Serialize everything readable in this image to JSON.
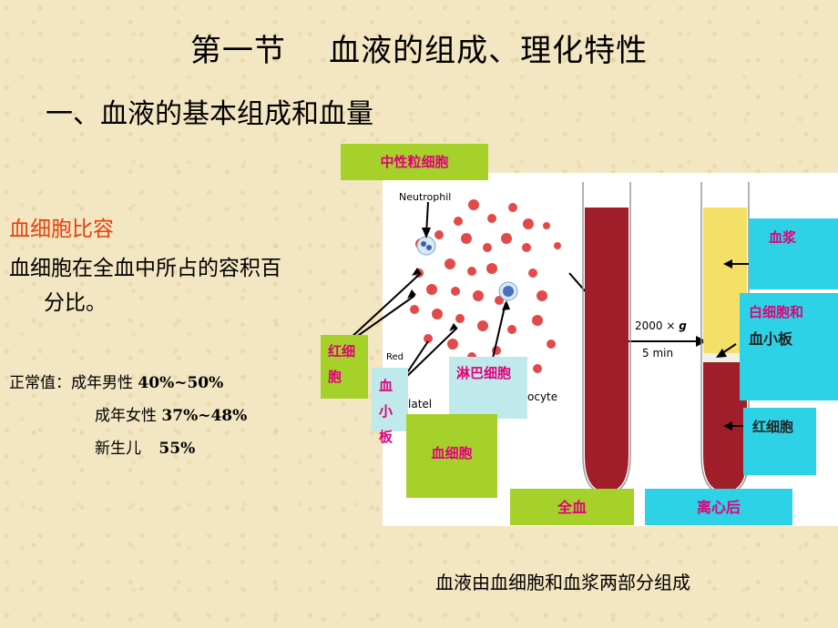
{
  "slide": {
    "title": "第一节    血液的组成、理化特性",
    "subtitle": "一、血液的基本组成和血量",
    "hematocrit": {
      "heading": "血细胞比容",
      "definition_line1": "血细胞在全血中所占的容积百",
      "definition_line2": "分比。",
      "normal_label": "正常值：",
      "values": [
        {
          "group": "成年男性",
          "range": "40%~50%"
        },
        {
          "group": "成年女性",
          "range": "37%~48%"
        },
        {
          "group": "新生儿",
          "range": "55%"
        }
      ]
    },
    "figure": {
      "labels": {
        "neutrophil_cn": "中性粒细胞",
        "rbc_cn": "红细胞",
        "platelet_cn": "血小板",
        "lymphocyte_cn": "淋巴细胞",
        "blood_cells_cn": "血细胞",
        "plasma_cn": "血浆",
        "wbc_platelet_cn_1": "白细胞和",
        "wbc_platelet_cn_2": "血小板",
        "rbc_right_cn": "红细胞",
        "whole_blood_cn": "全血",
        "after_centrifuge_cn": "离心后"
      },
      "english": {
        "neutrophil": "Neutrophil",
        "red": "Red",
        "latelets": "latel",
        "ocyte": "ocyte",
        "speed_line1": "2000 × g",
        "speed_line2": "5 min"
      },
      "colors": {
        "green_label": "#a6d12a",
        "cyan_label": "#2ed2e6",
        "light_cyan_label": "#bfe9ea",
        "blood": "#a01d2a",
        "plasma": "#f5e067",
        "rbc_dot": "#e24a4a"
      }
    },
    "caption": "血液由血细胞和血浆两部分组成"
  }
}
